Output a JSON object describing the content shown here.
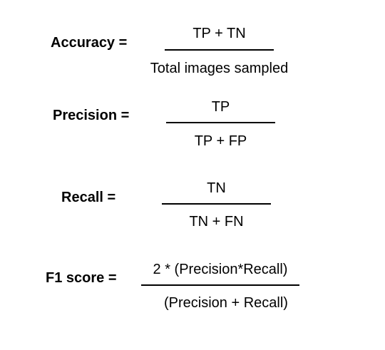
{
  "formulas": [
    {
      "label": "Accuracy =",
      "numerator": "TP + TN",
      "denominator": "Total images sampled"
    },
    {
      "label": "Precision =",
      "numerator": "TP",
      "denominator": "TP + FP"
    },
    {
      "label": "Recall =",
      "numerator": "TN",
      "denominator": "TN + FN"
    },
    {
      "label": "F1 score =",
      "numerator": "2 * (Precision*Recall)",
      "denominator": "(Precision + Recall)"
    }
  ]
}
